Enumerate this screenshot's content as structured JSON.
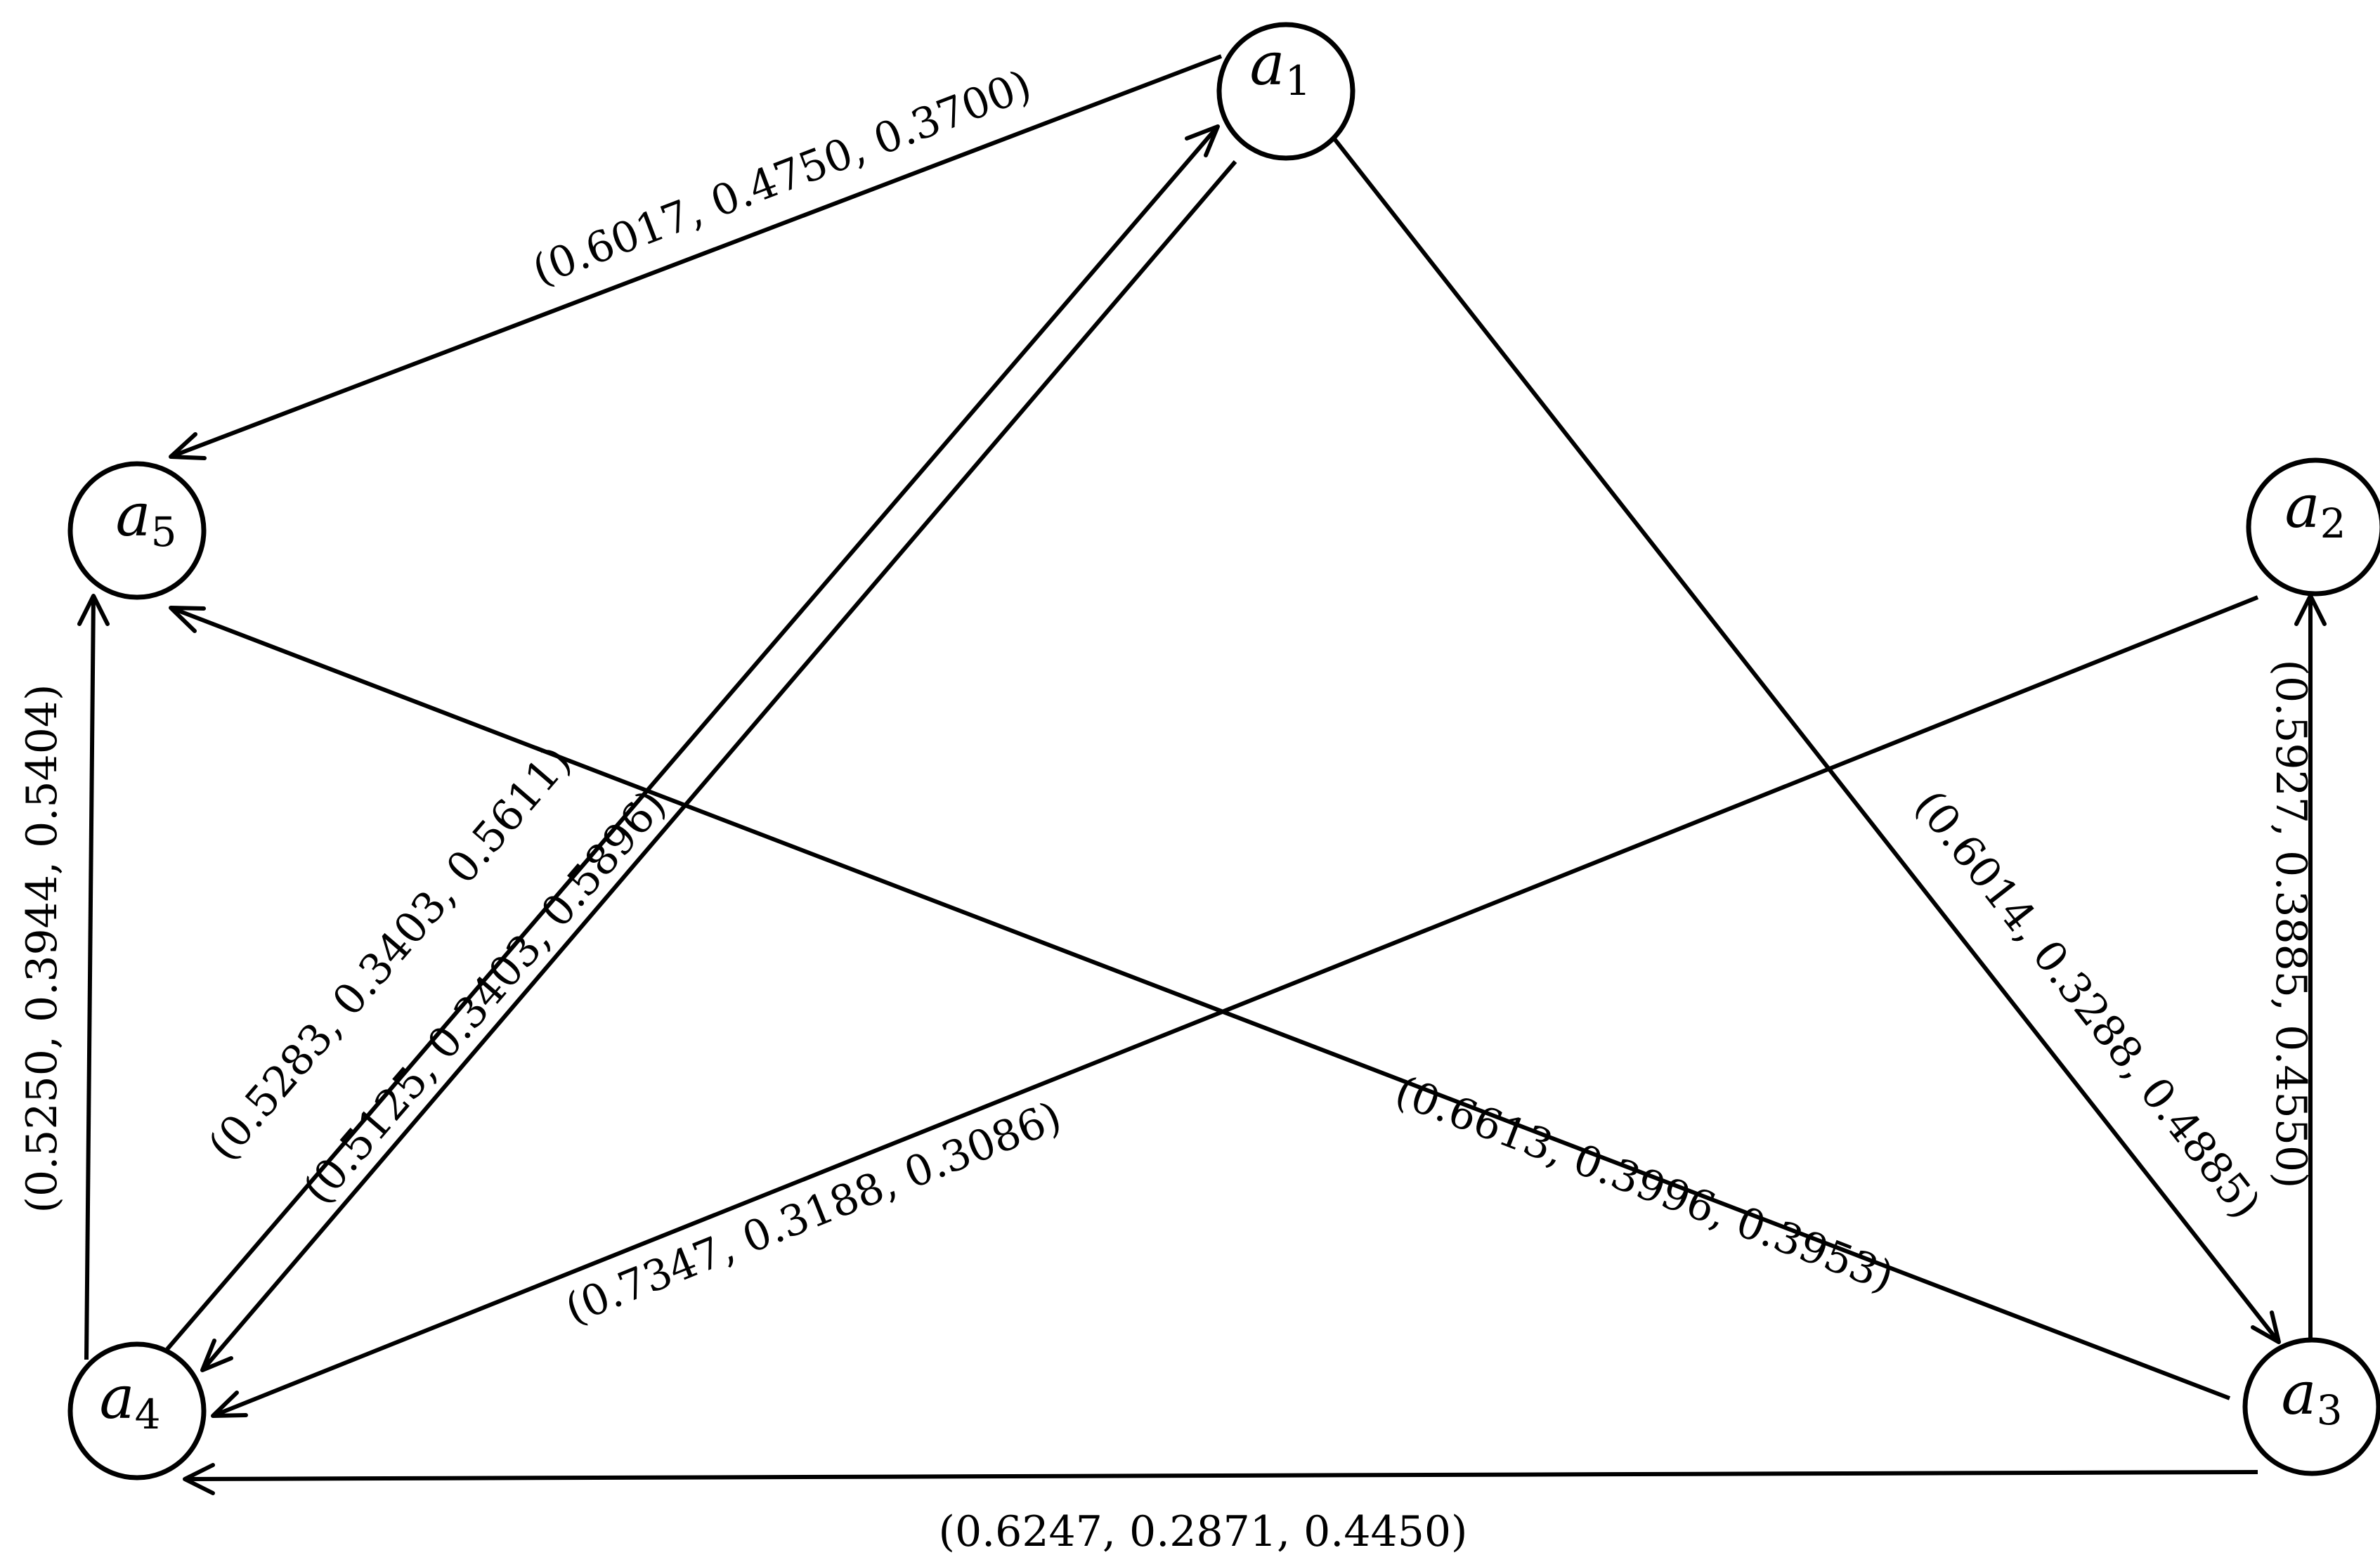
{
  "nodes": {
    "a1": {
      "base": "a",
      "sub": "1"
    },
    "a2": {
      "base": "a",
      "sub": "2"
    },
    "a3": {
      "base": "a",
      "sub": "3"
    },
    "a4": {
      "base": "a",
      "sub": "4"
    },
    "a5": {
      "base": "a",
      "sub": "5"
    }
  },
  "edges": {
    "a1_a5": {
      "from": "a1",
      "to": "a5",
      "label": "(0.6017, 0.4750, 0.3700)"
    },
    "a4_a1": {
      "from": "a4",
      "to": "a1",
      "label": "(0.5283, 0.3403, 0.5611)"
    },
    "a1_a4": {
      "from": "a1",
      "to": "a4",
      "label": "(0.5125, 0.3403, 0.5896)"
    },
    "a1_a3": {
      "from": "a1",
      "to": "a3",
      "label": "(0.6014, 0.3288, 0.4885)"
    },
    "a3_a2": {
      "from": "a3",
      "to": "a2",
      "label": "(0.5927, 0.3885, 0.4550)"
    },
    "a2_a4": {
      "from": "a2",
      "to": "a4",
      "label": "(0.7347, 0.3188, 0.3086)"
    },
    "a3_a5": {
      "from": "a3",
      "to": "a5",
      "label": "(0.6613, 0.3996, 0.3953)"
    },
    "a4_a5": {
      "from": "a4",
      "to": "a5",
      "label": "(0.5250, 0.3944, 0.5404)"
    },
    "a3_a4": {
      "from": "a3",
      "to": "a4",
      "label": "(0.6247, 0.2871, 0.4450)"
    }
  }
}
